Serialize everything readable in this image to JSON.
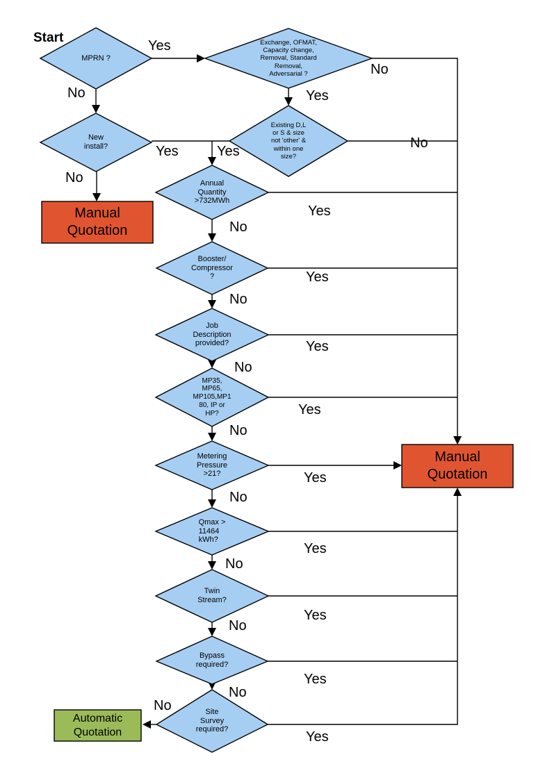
{
  "colors": {
    "decision_fill": "#A6CEF2",
    "manual_fill": "#E0552F",
    "auto_fill": "#9BBB59",
    "line": "#000000"
  },
  "start_label": "Start",
  "nodes": {
    "mprn": {
      "label": "MPRN ?"
    },
    "exchange": {
      "label": "Exchange, OFMAT,\nCapacity change,\nRemoval, Standard\nRemoval,\nAdversarial ?"
    },
    "new_install": {
      "label": "New\ninstall?"
    },
    "existing_size": {
      "label": "Existing D,L\nor S & size\nnot 'other' &\nwithin one\nsize?"
    },
    "annual_quantity": {
      "label": "Annual\nQuantity\n>732MWh"
    },
    "booster": {
      "label": "Booster/\nCompressor\n?"
    },
    "job_description": {
      "label": "Job\nDescription\nprovided?"
    },
    "meter_type": {
      "label": "MP35,\nMP65,\nMP105,MP1\n80, IP or\nHP?"
    },
    "metering_pressure": {
      "label": "Metering\nPressure\n>21?"
    },
    "qmax": {
      "label": "Qmax >\n11464\nkWh?"
    },
    "twin_stream": {
      "label": "Twin\nStream?"
    },
    "bypass": {
      "label": "Bypass\nrequired?"
    },
    "site_survey": {
      "label": "Site\nSurvey\nrequired?"
    },
    "manual_quotation_left": {
      "label": "Manual\nQuotation"
    },
    "manual_quotation_right": {
      "label": "Manual\nQuotation"
    },
    "automatic_quotation": {
      "label": "Automatic\nQuotation"
    }
  },
  "edge_labels": {
    "mprn_yes": "Yes",
    "mprn_no": "No",
    "exchange_yes": "Yes",
    "exchange_no": "No",
    "new_install_yes": "Yes",
    "new_install_no": "No",
    "existing_yes": "Yes",
    "existing_no": "No",
    "annual_yes": "Yes",
    "annual_no": "No",
    "booster_yes": "Yes",
    "booster_no": "No",
    "job_yes": "Yes",
    "job_no": "No",
    "meter_type_yes": "Yes",
    "meter_type_no": "No",
    "metering_pressure_yes": "Yes",
    "metering_pressure_no": "No",
    "qmax_yes": "Yes",
    "qmax_no": "No",
    "twin_yes": "Yes",
    "twin_no": "No",
    "bypass_yes": "Yes",
    "bypass_no": "No",
    "site_survey_yes": "Yes",
    "site_survey_no": "No"
  }
}
